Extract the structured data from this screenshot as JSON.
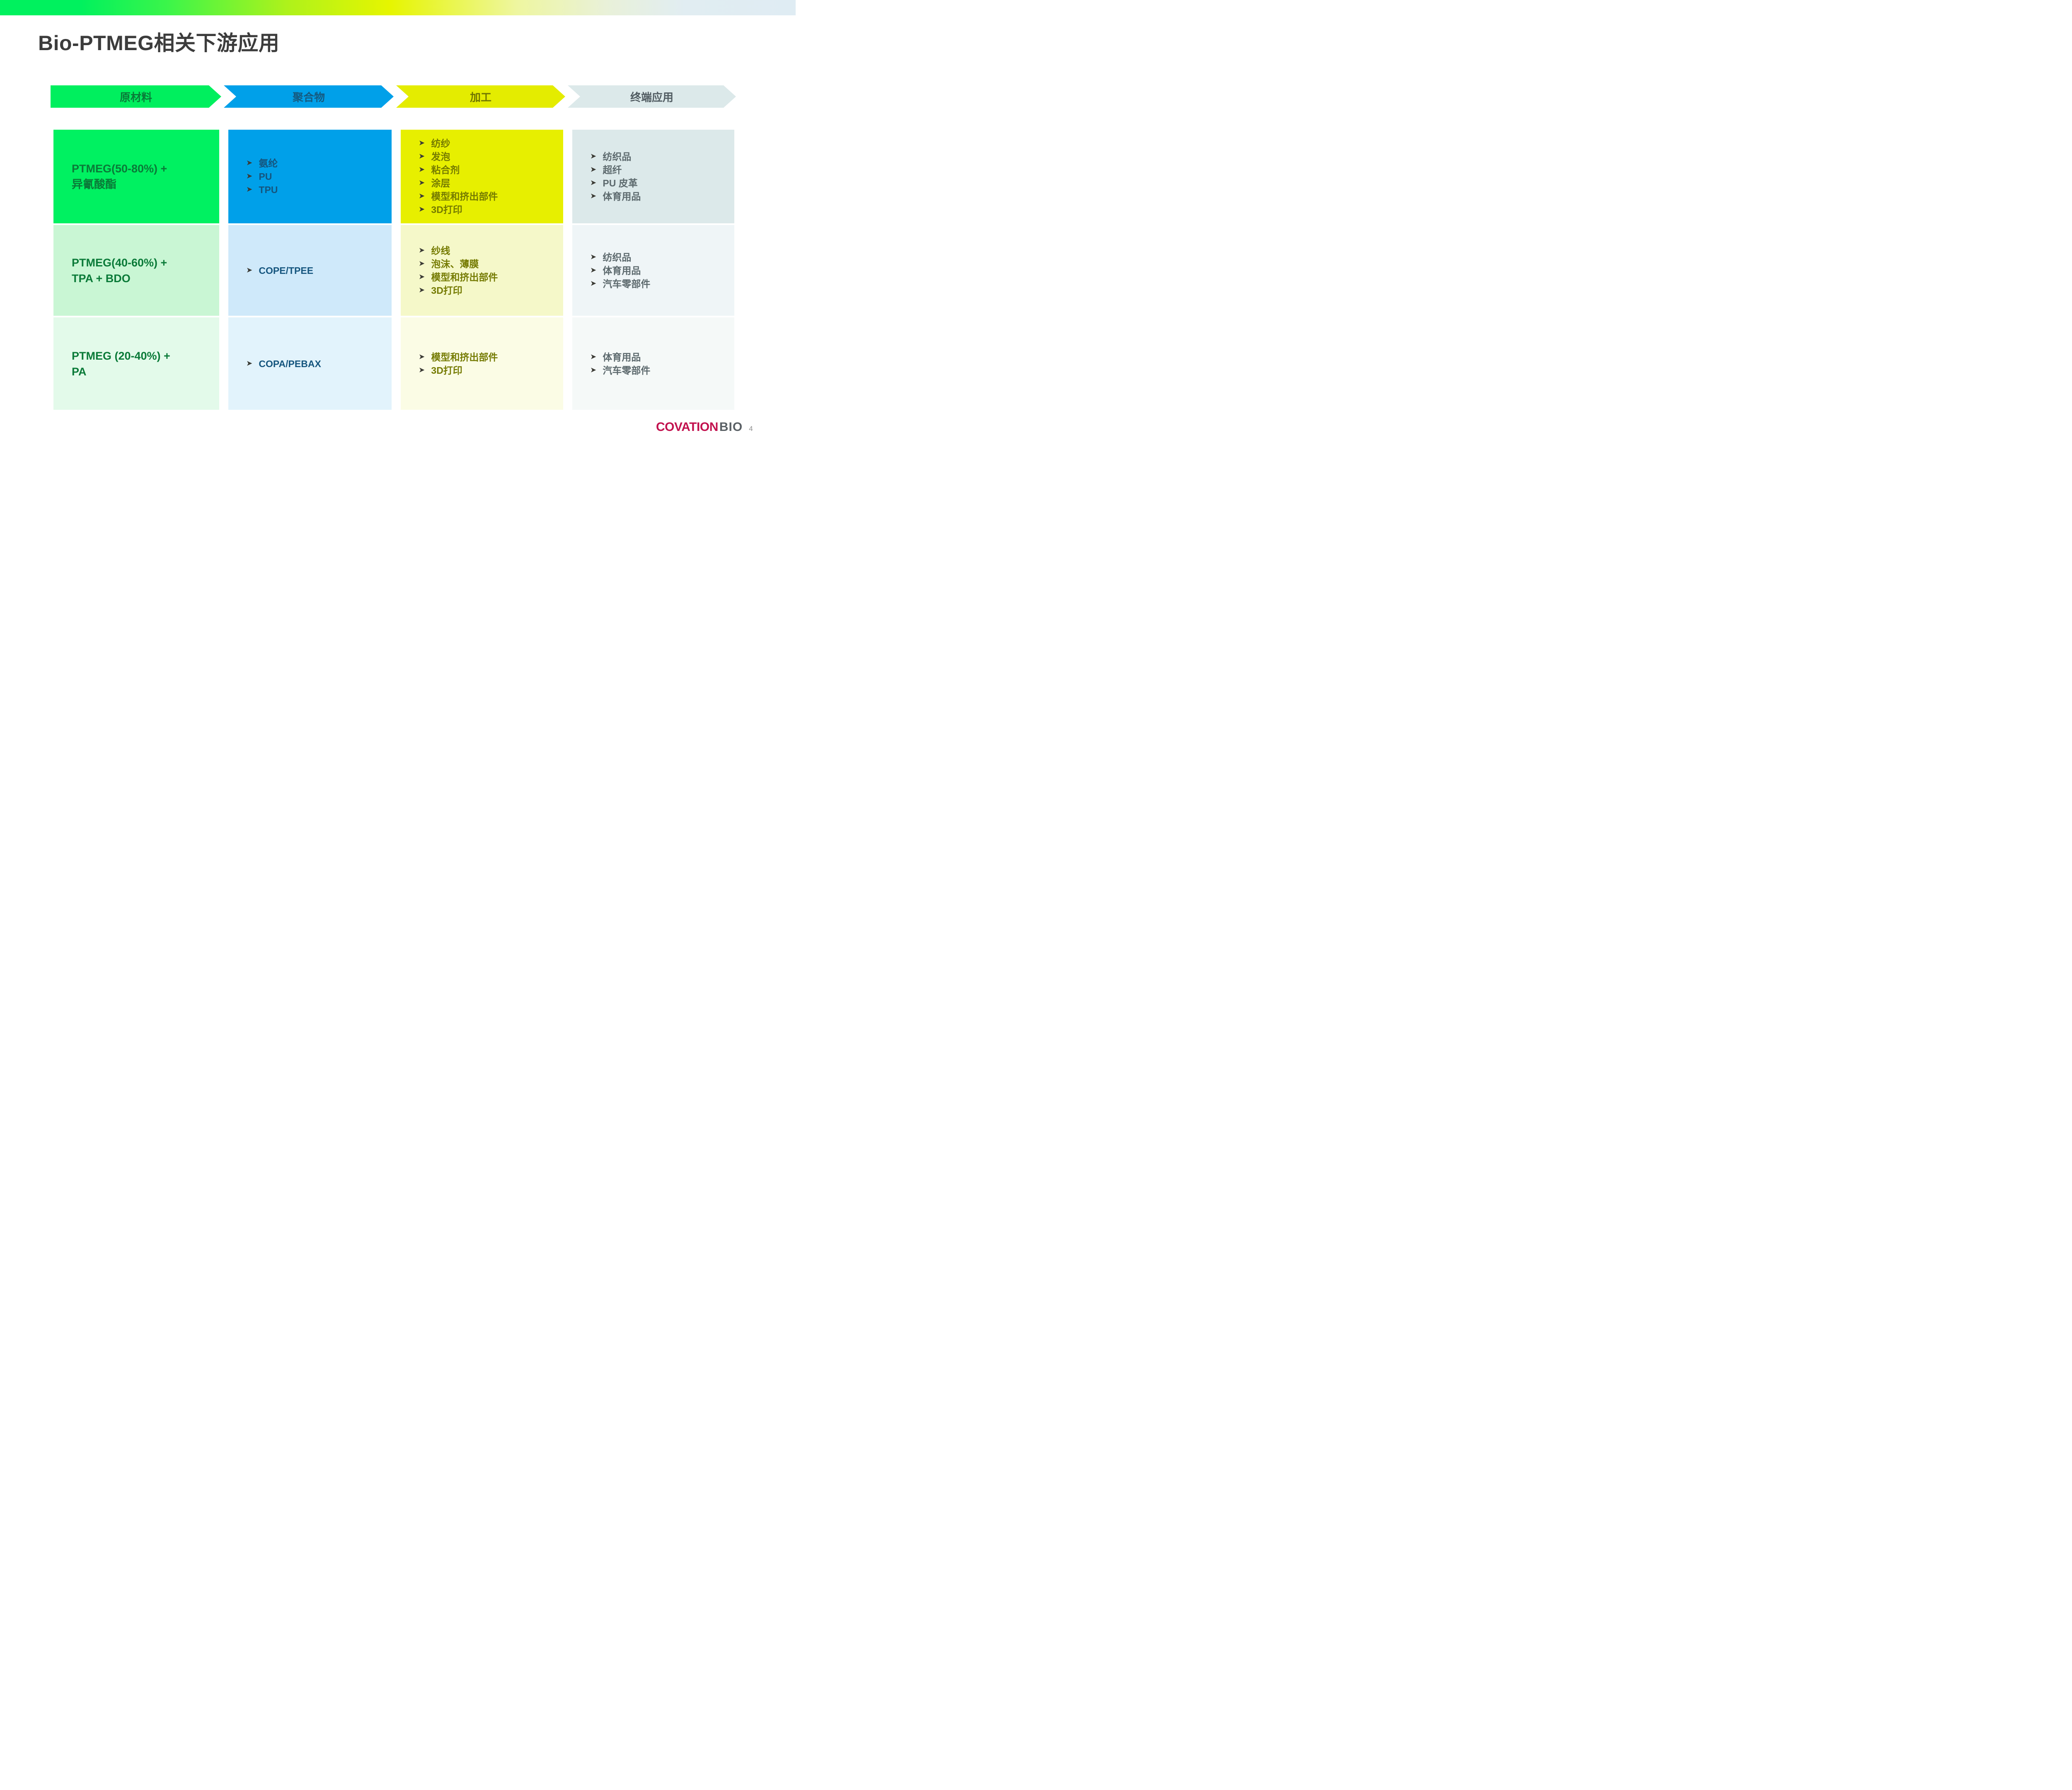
{
  "header": {
    "title": "Bio-PTMEG相关下游应用"
  },
  "icons": {
    "bullet": "➤"
  },
  "colors": {
    "stage_raw_bg": "#00ef5e",
    "stage_polymer_bg": "#00a0e9",
    "stage_processing_bg": "#e4ec00",
    "stage_enduse_bg": "#dce9ea",
    "green_text": "#0a7a38",
    "blue_text": "#15557e",
    "olive_text": "#747a00",
    "gray_text": "#5c696d",
    "logo_crimson": "#c2114e",
    "title_gray": "#3c3c3c",
    "gradient_left_green": "#00f15e",
    "gradient_mid_yellow": "#e6f500",
    "gradient_right_blue": "#dfecf3"
  },
  "stages": [
    {
      "label": "原材料"
    },
    {
      "label": "聚合物"
    },
    {
      "label": "加工"
    },
    {
      "label": "终端应用"
    }
  ],
  "grid": {
    "raw_materials": [
      {
        "lines": [
          "PTMEG(50-80%) +",
          "异氰酸酯"
        ]
      },
      {
        "lines": [
          "PTMEG(40-60%) +",
          "TPA + BDO"
        ]
      },
      {
        "lines": [
          "PTMEG (20-40%) +",
          "PA"
        ]
      }
    ],
    "polymers": [
      {
        "items": [
          "氨纶",
          "PU",
          "TPU"
        ]
      },
      {
        "items": [
          "COPE/TPEE"
        ]
      },
      {
        "items": [
          "COPA/PEBAX"
        ]
      }
    ],
    "processing": [
      {
        "items": [
          "纺纱",
          "发泡",
          "粘合剂",
          "涂层",
          "模型和挤出部件",
          "3D打印"
        ]
      },
      {
        "items": [
          "纱线",
          "泡沫、薄膜",
          "模型和挤出部件",
          "3D打印"
        ]
      },
      {
        "items": [
          "模型和挤出部件",
          "3D打印"
        ]
      }
    ],
    "end_uses": [
      {
        "items": [
          "纺织品",
          "超纤",
          "PU 皮革",
          "体育用品"
        ]
      },
      {
        "items": [
          "纺织品",
          "体育用品",
          "汽车零部件"
        ]
      },
      {
        "items": [
          "体育用品",
          "汽车零部件"
        ]
      }
    ]
  },
  "footer": {
    "logo_covation": "COVATION",
    "logo_bio": "BIO",
    "page_number": "4"
  }
}
